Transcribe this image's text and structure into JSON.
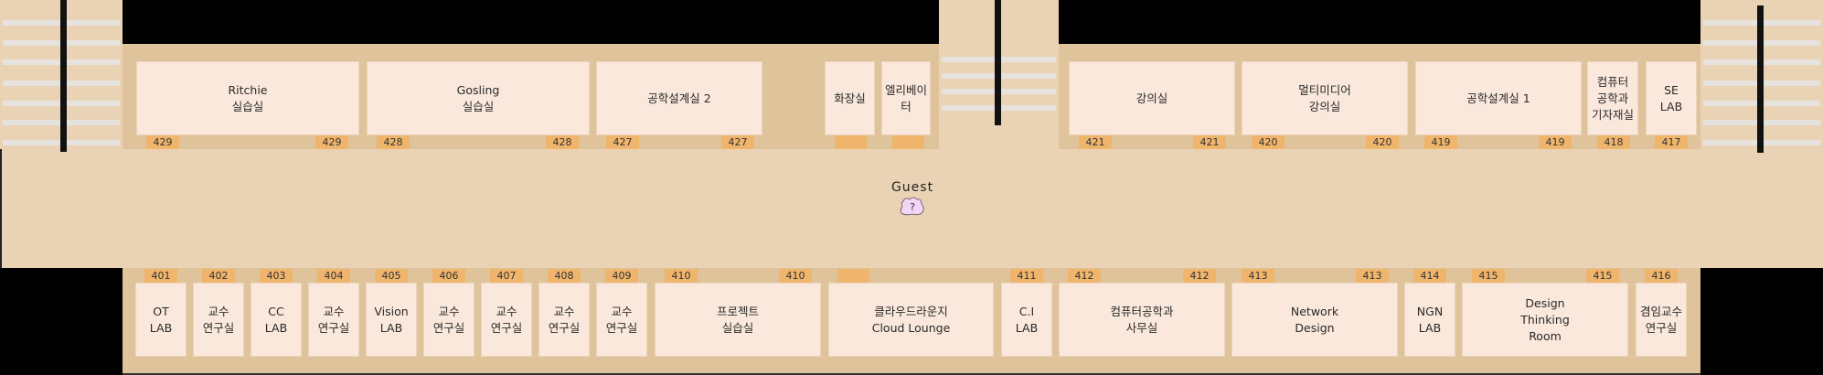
{
  "floor_map": {
    "top_rooms": [
      {
        "name": "Ritchie\n실습실",
        "numbers": [
          "429",
          "429"
        ]
      },
      {
        "name": "Gosling\n실습실",
        "numbers": [
          "428",
          "428"
        ]
      },
      {
        "name": "공학설계실 2",
        "numbers": [
          "427",
          "427"
        ]
      },
      {
        "name": "화장실",
        "numbers": [
          ""
        ]
      },
      {
        "name": "엘리베이\n터",
        "numbers": [
          ""
        ]
      },
      {
        "name": "강의실",
        "numbers": [
          "421",
          "421"
        ]
      },
      {
        "name": "멀티미디어\n강의실",
        "numbers": [
          "420",
          "420"
        ]
      },
      {
        "name": "공학설계실 1",
        "numbers": [
          "419",
          "419"
        ]
      },
      {
        "name": "컴퓨터\n공학과\n기자재실",
        "numbers": [
          "418"
        ]
      },
      {
        "name": "SE\nLAB",
        "numbers": [
          "417"
        ]
      }
    ],
    "bottom_rooms": [
      {
        "name": "OT\nLAB",
        "numbers": [
          "401"
        ]
      },
      {
        "name": "교수\n연구실",
        "numbers": [
          "402"
        ]
      },
      {
        "name": "CC\nLAB",
        "numbers": [
          "403"
        ]
      },
      {
        "name": "교수\n연구실",
        "numbers": [
          "404"
        ]
      },
      {
        "name": "Vision\nLAB",
        "numbers": [
          "405"
        ]
      },
      {
        "name": "교수\n연구실",
        "numbers": [
          "406"
        ]
      },
      {
        "name": "교수\n연구실",
        "numbers": [
          "407"
        ]
      },
      {
        "name": "교수\n연구실",
        "numbers": [
          "408"
        ]
      },
      {
        "name": "교수\n연구실",
        "numbers": [
          "409"
        ]
      },
      {
        "name": "프로젝트\n실습실",
        "numbers": [
          "410",
          "410"
        ]
      },
      {
        "name": "클라우드라운지\nCloud Lounge",
        "numbers": [
          ""
        ]
      },
      {
        "name": "C.I\nLAB",
        "numbers": [
          "411"
        ]
      },
      {
        "name": "컴퓨터공학과\n사무실",
        "numbers": [
          "412",
          "412"
        ]
      },
      {
        "name": "Network\nDesign",
        "numbers": [
          "413",
          "413"
        ]
      },
      {
        "name": "NGN\nLAB",
        "numbers": [
          "414"
        ]
      },
      {
        "name": "Design\nThinking\nRoom",
        "numbers": [
          "415",
          "415"
        ]
      },
      {
        "name": "겸임교수\n연구실",
        "numbers": [
          "416"
        ]
      }
    ],
    "player": {
      "name": "Guest",
      "avatar_symbol": "?"
    }
  },
  "colors": {
    "corridor": "#ead3b4",
    "building": "#dfc39b",
    "room": "#fae8dc",
    "room_tab": "#f0b56c",
    "avatar": "#f1d6f5"
  }
}
